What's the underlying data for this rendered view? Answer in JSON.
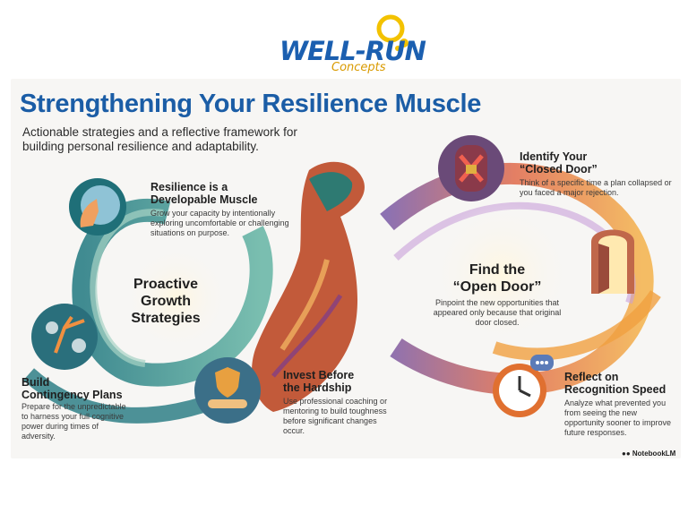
{
  "logo": {
    "main": "WELL-RUN",
    "sub": "Concepts"
  },
  "title": "Strengthening Your Resilience Muscle",
  "subtitle": "Actionable strategies and a reflective framework for building personal resilience and adaptability.",
  "left_loop": {
    "label_line1": "Proactive",
    "label_line2": "Growth",
    "label_line3": "Strategies"
  },
  "right_loop": {
    "label_line1": "Find the",
    "label_line2": "“Open Door”",
    "body": "Pinpoint the new opportunities that appeared only because that original door closed."
  },
  "items": {
    "developable": {
      "title_line1": "Resilience is a",
      "title_line2": "Developable Muscle",
      "body": "Grow your capacity by intentionally exploring uncomfortable or challenging situations on purpose."
    },
    "contingency": {
      "title_line1": "Build",
      "title_line2": "Contingency Plans",
      "body": "Prepare for the unpredictable to harness your full cognitive power during times of adversity."
    },
    "invest": {
      "title_line1": "Invest Before",
      "title_line2": "the Hardship",
      "body": "Use professional coaching or mentoring to build toughness before significant changes occur."
    },
    "closed_door": {
      "title_line1": "Identify Your",
      "title_line2": "“Closed Door”",
      "body": "Think of a specific time a plan collapsed or you faced a major rejection."
    },
    "recognition": {
      "title_line1": "Reflect on",
      "title_line2": "Recognition Speed",
      "body": "Analyze what prevented you from seeing the new opportunity sooner to improve future responses."
    }
  },
  "badge": "NotebookLM",
  "icons": {
    "bulb": "lightbulb-icon",
    "hand": "hand-on-sphere-icon",
    "gears": "arrows-and-gears-icon",
    "handshake": "shield-handshake-icon",
    "closed_door": "locked-door-icon",
    "open_door": "open-door-icon",
    "clock": "stopwatch-icon",
    "muscle": "flexed-arm-icon"
  },
  "colors": {
    "brand_blue": "#1b5da6",
    "teal": "#2f8f8a",
    "orange": "#e88a2e",
    "purple": "#7a5aa6"
  }
}
